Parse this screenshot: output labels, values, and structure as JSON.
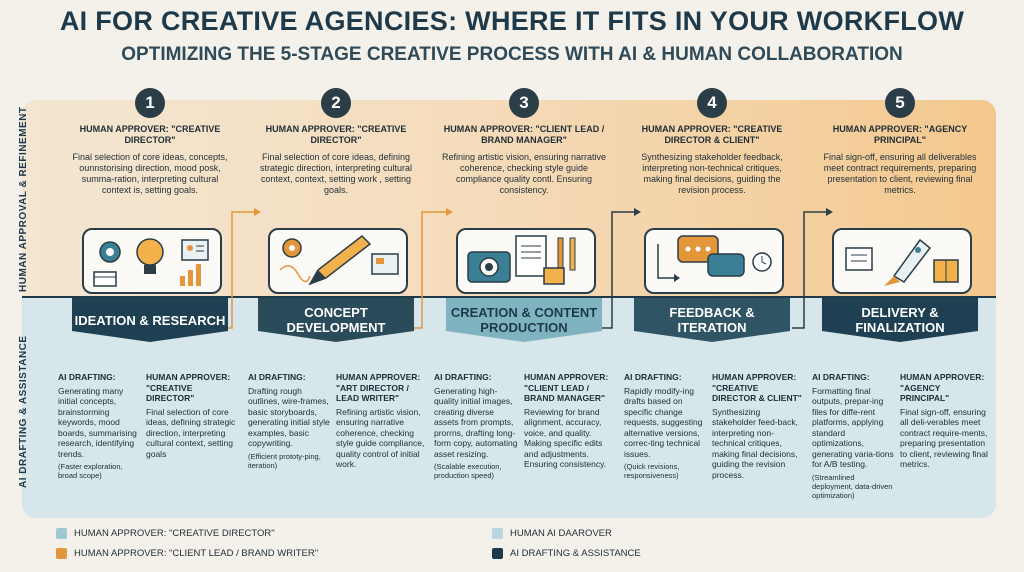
{
  "header": {
    "title": "AI FOR CREATIVE AGENCIES: WHERE IT FITS IN YOUR WORKFLOW",
    "subtitle": "OPTIMIZING THE 5-STAGE CREATIVE PROCESS WITH AI & HUMAN COLLABORATION"
  },
  "bands": {
    "top_label": "HUMAN APPROVAL & REFINEMENT",
    "bottom_label": "AI DRAFTING & ASSISTANCE"
  },
  "stages": [
    {
      "number": "1",
      "top_approver": "HUMAN APPROVER: \"CREATIVE DIRECTOR\"",
      "top_desc": "Final selection of core ideas, concepts, ounnstorising direction, mood posk, summa-ration, interpreting cultural context is, setting goals.",
      "name": "IDEATION & RESEARCH",
      "ai_head": "AI DRAFTING:",
      "ai_text": "Generating many initial concepts, brainstorming keywords, mood boards, summarising research, identifying trends.",
      "ai_note": "(Faster exploration, broad scope)",
      "human_head": "HUMAN APPROVER: \"CREATIVE DIRECTOR\"",
      "human_text": "Final selection of core ideas, defining strategic direction, interpreting cultural context, setting goals"
    },
    {
      "number": "2",
      "top_approver": "HUMAN APPROVER: \"CREATIVE DIRECTOR\"",
      "top_desc": "Final selection of core ideas, defining strategic direction, interpreting cultural context, context, setting work , setting goals.",
      "name": "CONCEPT DEVELOPMENT",
      "ai_head": "AI DRAFTING:",
      "ai_text": "Drafting rough outlines, wire-frames, basic storyboards, generating initial style examples, basic copywriting.",
      "ai_note": "(Efficient prototy-ping, iteration)",
      "human_head": "HUMAN APPROVER: \"ART DIRECTOR / LEAD WRITER\"",
      "human_text": "Refining artistic vision, ensuring narrative coherence, checking style guide compliance, quality control of initial work."
    },
    {
      "number": "3",
      "top_approver": "HUMAN APPROVER: \"CLIENT LEAD / BRAND MANAGER\"",
      "top_desc": "Refining artistic vision, ensuring narrative coherence, checking style guide compliance quality contl. Ensuring consistency.",
      "name": "CREATION & CONTENT PRODUCTION",
      "ai_head": "AI DRAFTING:",
      "ai_text": "Generating high-quality initial images, creating diverse assets from prompts, prorrns, drafting long-form copy, automating asset resizing.",
      "ai_note": "(Scalable execution, production speed)",
      "human_head": "HUMAN APPROVER: \"CLIENT LEAD / BRAND MANAGER\"",
      "human_text": "Reviewing for brand alignment, accuracy, voice, and quality. Making specific edits and adjustments. Ensuring consistency."
    },
    {
      "number": "4",
      "top_approver": "HUMAN APPROVER: \"CREATIVE DIRECTOR & CLIENT\"",
      "top_desc": "Synthesizing stakeholder feedback, interpreting non-technical critiques, making final decisions, guiding the revision process.",
      "name": "FEEDBACK & ITERATION",
      "ai_head": "AI DRAFTING:",
      "ai_text": "Rapidly modify-ing drafts based on specific change requests, suggesting alternative versions, correc-ting technical issues.",
      "ai_note": "(Quick revisions, responsiveness)",
      "human_head": "HUMAN APPROVER: \"CREATIVE DIRECTOR & CLIENT\"",
      "human_text": "Synthesizing stakeholder feed-back, interpreting non-technical critiques, making final decisions, guiding the revision process."
    },
    {
      "number": "5",
      "top_approver": "HUMAN APPROVER: \"AGENCY PRINCIPAL\"",
      "top_desc": "Final sign-off, ensuring all deliverables meet contract requirements, preparing presentation to client, reviewing final metrics.",
      "name": "DELIVERY & FINALIZATION",
      "ai_head": "AI DRAFTING:",
      "ai_text": "Formatting final outputs, prepar-ing files for diffe-rent platforms, applying standard optimizations, generating varia-tions for A/B testing.",
      "ai_note": "(Streamlined deployment, data-driven optimization)",
      "human_head": "HUMAN APPROVER: \"AGENCY PRINCIPAL\"",
      "human_text": "Final sign-off, ensuring all deli-verables meet contract require-ments, preparing presentation to client, reviewing final metrics."
    }
  ],
  "legend": [
    {
      "label": "HUMAN APPROVER: \"CREATIVE DIRECTOR\"",
      "color": "#9fc8d2"
    },
    {
      "label": "HUMAN APPROVER: \"CLIENT LEAD / BRAND WRITER\"",
      "color": "#e3973a"
    },
    {
      "label": "HUMAN AI DAAROVER",
      "color": "#b9d6dc"
    },
    {
      "label": "AI DRAFTING & ASSISTANCE",
      "color": "#1e3a4a"
    }
  ],
  "colors": {
    "badge_1": "#1e4052",
    "badge_2": "#2a4b5a",
    "badge_3": "#7fb3c0",
    "badge_4": "#2f5565",
    "badge_5": "#1e4052"
  }
}
